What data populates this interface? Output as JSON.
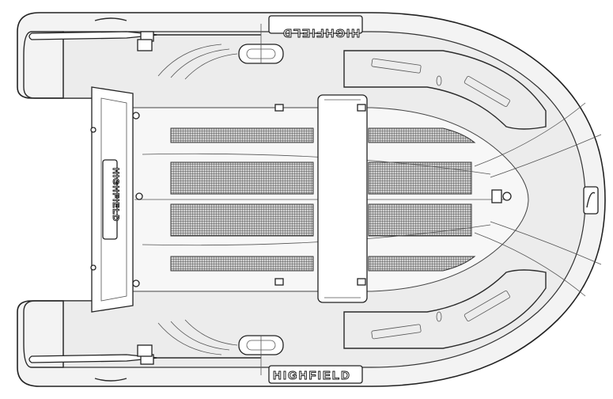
{
  "drawing": {
    "subject": "inflatable-boat-top-view",
    "brand_marks": {
      "starboard_tube": "HIGHFIELD",
      "port_tube": "HIGHFIELD",
      "transom": "HIGHFIELD"
    },
    "colors": {
      "outline": "#222222",
      "tube_fill": "#f3f3f3",
      "floor_grid": "#555555",
      "background": "#ffffff"
    }
  }
}
